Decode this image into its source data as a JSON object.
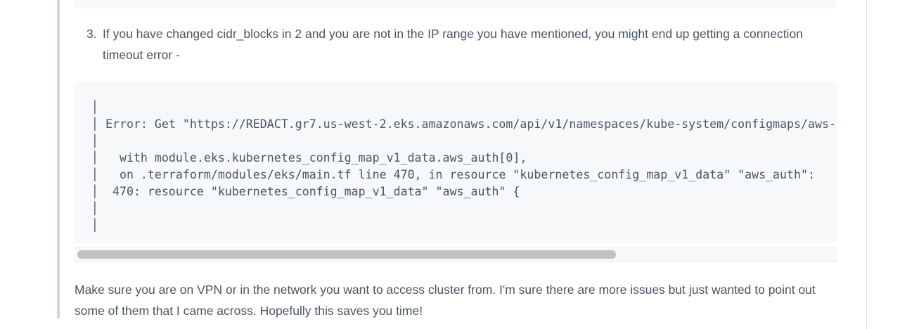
{
  "page": {
    "colors": {
      "code_bg": "#f6f8fa",
      "text": "#4a5462",
      "code_text": "#4b5563",
      "right_border": "#d8dee4",
      "quote_border": "#d0d7de",
      "scroll_thumb": "#c1c1c1",
      "scroll_track": "#f8f8f8",
      "scroll_track_border": "#ebebeb"
    }
  },
  "content": {
    "list_item": {
      "number": "3.",
      "text": "If you have changed cidr_blocks in 2 and you are not in the IP range you have mentioned, you might end up getting a connection timeout error -"
    },
    "code_block": {
      "lines": [
        "│",
        "│ Error: Get \"https://REDACT.gr7.us-west-2.eks.amazonaws.com/api/v1/namespaces/kube-system/configmaps/aws-",
        "│",
        "│   with module.eks.kubernetes_config_map_v1_data.aws_auth[0],",
        "│   on .terraform/modules/eks/main.tf line 470, in resource \"kubernetes_config_map_v1_data\" \"aws_auth\":",
        "│  470: resource \"kubernetes_config_map_v1_data\" \"aws_auth\" {",
        "│",
        "│"
      ]
    },
    "paragraph": "Make sure you are on VPN or in the network you want to access cluster from. I'm sure there are more issues but just wanted to point out some of them that I came across. Hopefully this saves you time!"
  }
}
